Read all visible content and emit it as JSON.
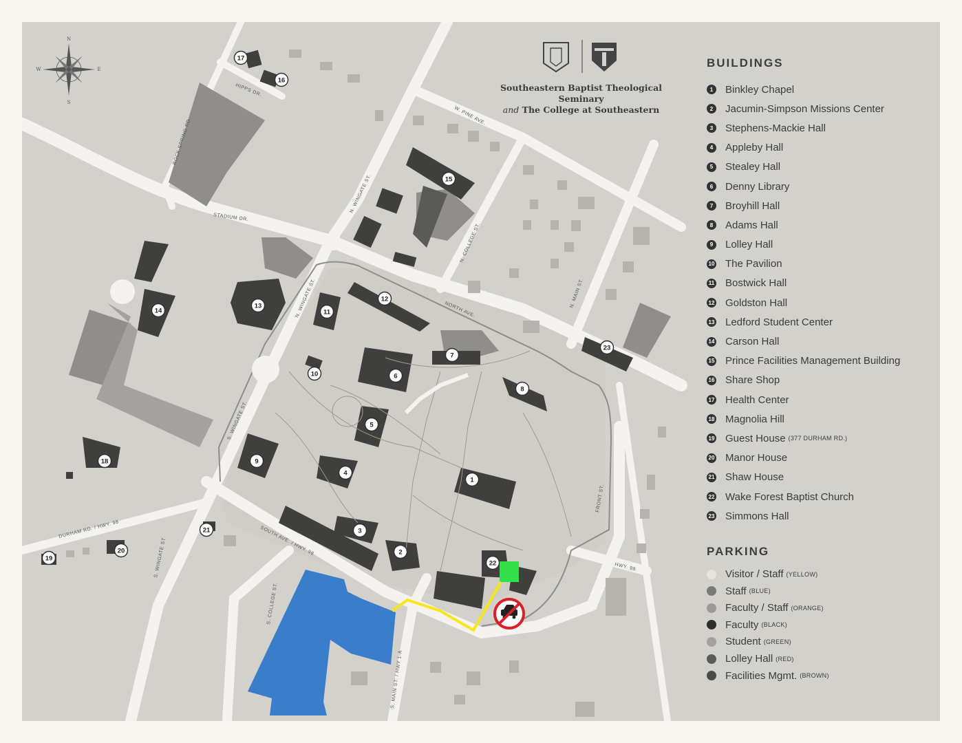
{
  "header": {
    "title_line1": "Southeastern Baptist Theological Seminary",
    "title_line2_italic": "and",
    "title_line2_rest": "The College at Southeastern"
  },
  "compass": {
    "n": "N",
    "s": "S",
    "e": "E",
    "w": "W"
  },
  "streets": {
    "rock_spring": "ROCK SPRING RD.",
    "hipps": "HIPPS DR.",
    "stadium": "STADIUM DR.",
    "n_wingate_top": "N. WINGATE ST.",
    "n_wingate_mid": "N. WINGATE ST.",
    "w_pine": "W. PINE AVE.",
    "n_college": "N. COLLEGE ST.",
    "north_ave": "NORTH AVE.",
    "n_main": "N. MAIN ST.",
    "s_wingate_mid": "S. WINGATE ST.",
    "s_wingate_low": "S. WINGATE ST.",
    "durham": "DURHAM RD. / HWY. 98",
    "south_ave": "SOUTH AVE. / HWY. 98",
    "s_college": "S. COLLEGE ST.",
    "s_main": "S. MAIN ST. / HWY 1-A",
    "front": "FRONT ST.",
    "hwy98": "HWY. 98"
  },
  "buildings_heading": "BUILDINGS",
  "buildings": [
    {
      "n": "1",
      "name": "Binkley Chapel",
      "note": ""
    },
    {
      "n": "2",
      "name": "Jacumin-Simpson Missions Center",
      "note": ""
    },
    {
      "n": "3",
      "name": "Stephens-Mackie Hall",
      "note": ""
    },
    {
      "n": "4",
      "name": "Appleby Hall",
      "note": ""
    },
    {
      "n": "5",
      "name": "Stealey Hall",
      "note": ""
    },
    {
      "n": "6",
      "name": "Denny Library",
      "note": ""
    },
    {
      "n": "7",
      "name": "Broyhill Hall",
      "note": ""
    },
    {
      "n": "8",
      "name": "Adams Hall",
      "note": ""
    },
    {
      "n": "9",
      "name": "Lolley Hall",
      "note": ""
    },
    {
      "n": "10",
      "name": "The Pavilion",
      "note": ""
    },
    {
      "n": "11",
      "name": "Bostwick Hall",
      "note": ""
    },
    {
      "n": "12",
      "name": "Goldston Hall",
      "note": ""
    },
    {
      "n": "13",
      "name": "Ledford Student Center",
      "note": ""
    },
    {
      "n": "14",
      "name": "Carson Hall",
      "note": ""
    },
    {
      "n": "15",
      "name": "Prince Facilities Management Building",
      "note": ""
    },
    {
      "n": "16",
      "name": "Share Shop",
      "note": ""
    },
    {
      "n": "17",
      "name": "Health Center",
      "note": ""
    },
    {
      "n": "18",
      "name": "Magnolia Hill",
      "note": ""
    },
    {
      "n": "19",
      "name": "Guest House",
      "note": "(377 DURHAM RD.)"
    },
    {
      "n": "20",
      "name": "Manor House",
      "note": ""
    },
    {
      "n": "21",
      "name": "Shaw House",
      "note": ""
    },
    {
      "n": "22",
      "name": "Wake Forest Baptist Church",
      "note": ""
    },
    {
      "n": "23",
      "name": "Simmons Hall",
      "note": ""
    }
  ],
  "parking_heading": "PARKING",
  "parking": [
    {
      "name": "Visitor / Staff",
      "note": "(YELLOW)",
      "color": "#e6e4df"
    },
    {
      "name": "Staff",
      "note": "(BLUE)",
      "color": "#7a7a78"
    },
    {
      "name": "Faculty / Staff",
      "note": "(ORANGE)",
      "color": "#9c9b98"
    },
    {
      "name": "Faculty",
      "note": "(BLACK)",
      "color": "#2f2f2f"
    },
    {
      "name": "Student",
      "note": "(GREEN)",
      "color": "#a3a29f"
    },
    {
      "name": "Lolley Hall",
      "note": "(RED)",
      "color": "#5c5c5a"
    },
    {
      "name": "Facilities Mgmt.",
      "note": "(BROWN)",
      "color": "#4a4a48"
    }
  ],
  "colors": {
    "blue_lot": "#3a7ecb",
    "green_spot": "#33e04a",
    "yellow_route": "#f5e71a",
    "no_car_red": "#d6202a"
  }
}
